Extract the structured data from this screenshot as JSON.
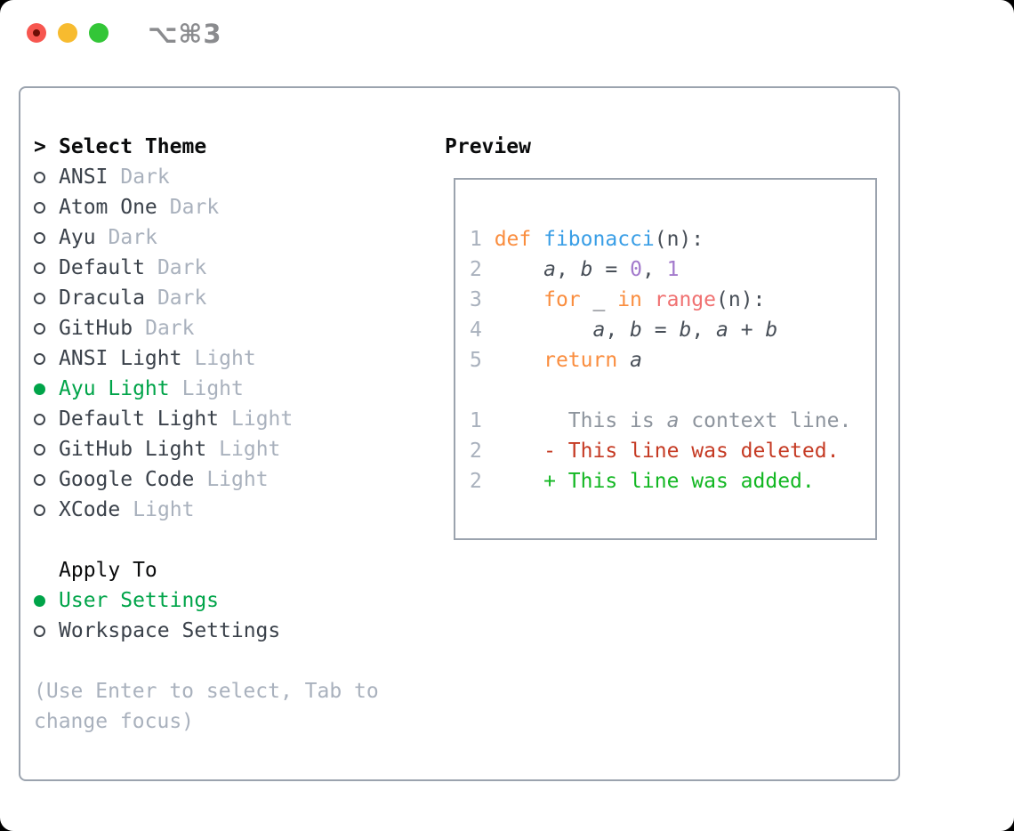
{
  "window": {
    "shortcut_label": "⌥⌘3"
  },
  "colors": {
    "accent_selected_green": "#00a449",
    "diff_added_green": "#12b722",
    "diff_deleted_red": "#c53a23",
    "keyword_orange": "#fa8d3e",
    "function_blue": "#399ee6",
    "constant_purple": "#a37acc",
    "builtin_coral": "#f07171",
    "muted_gray": "#a9b1bd",
    "panel_border_gray": "#9ba3ae",
    "traffic_red": "#f7564f",
    "traffic_yellow": "#f7bb2f",
    "traffic_green": "#33c637"
  },
  "theme_selector": {
    "pointer": ">",
    "title": "Select Theme",
    "items": [
      {
        "label": "ANSI",
        "variant": "Dark",
        "selected": false
      },
      {
        "label": "Atom One",
        "variant": "Dark",
        "selected": false
      },
      {
        "label": "Ayu",
        "variant": "Dark",
        "selected": false
      },
      {
        "label": "Default",
        "variant": "Dark",
        "selected": false
      },
      {
        "label": "Dracula",
        "variant": "Dark",
        "selected": false
      },
      {
        "label": "GitHub",
        "variant": "Dark",
        "selected": false
      },
      {
        "label": "ANSI Light",
        "variant": "Light",
        "selected": false
      },
      {
        "label": "Ayu Light",
        "variant": "Light",
        "selected": true
      },
      {
        "label": "Default Light",
        "variant": "Light",
        "selected": false
      },
      {
        "label": "GitHub Light",
        "variant": "Light",
        "selected": false
      },
      {
        "label": "Google Code",
        "variant": "Light",
        "selected": false
      },
      {
        "label": "XCode",
        "variant": "Light",
        "selected": false
      }
    ]
  },
  "apply_to": {
    "title": "Apply To",
    "options": [
      {
        "label": "User Settings",
        "selected": true
      },
      {
        "label": "Workspace Settings",
        "selected": false
      }
    ]
  },
  "help_text": [
    "(Use Enter to select, Tab to",
    "change focus)"
  ],
  "preview": {
    "title": "Preview",
    "lines": [
      {
        "name": "code-line-1",
        "tokens": [
          {
            "t": "1 ",
            "c": "num"
          },
          {
            "t": "def",
            "c": "kw"
          },
          {
            "t": " ",
            "c": "plain"
          },
          {
            "t": "fibonacci",
            "c": "fn"
          },
          {
            "t": "(n):",
            "c": "plain"
          }
        ]
      },
      {
        "name": "code-line-2",
        "tokens": [
          {
            "t": "2",
            "c": "num"
          },
          {
            "t": "     ",
            "c": "plain"
          },
          {
            "t": "a",
            "c": "var"
          },
          {
            "t": ", ",
            "c": "plain"
          },
          {
            "t": "b",
            "c": "var"
          },
          {
            "t": " = ",
            "c": "plain"
          },
          {
            "t": "0",
            "c": "const"
          },
          {
            "t": ", ",
            "c": "plain"
          },
          {
            "t": "1",
            "c": "const"
          }
        ]
      },
      {
        "name": "code-line-3",
        "tokens": [
          {
            "t": "3",
            "c": "num"
          },
          {
            "t": "     ",
            "c": "plain"
          },
          {
            "t": "for",
            "c": "kw"
          },
          {
            "t": " _ ",
            "c": "plain"
          },
          {
            "t": "in",
            "c": "kw"
          },
          {
            "t": " ",
            "c": "plain"
          },
          {
            "t": "range",
            "c": "special"
          },
          {
            "t": "(n):",
            "c": "plain"
          }
        ]
      },
      {
        "name": "code-line-4",
        "tokens": [
          {
            "t": "4",
            "c": "num"
          },
          {
            "t": "         ",
            "c": "plain"
          },
          {
            "t": "a",
            "c": "var"
          },
          {
            "t": ", ",
            "c": "plain"
          },
          {
            "t": "b",
            "c": "var"
          },
          {
            "t": " = ",
            "c": "plain"
          },
          {
            "t": "b",
            "c": "var"
          },
          {
            "t": ", ",
            "c": "plain"
          },
          {
            "t": "a",
            "c": "var"
          },
          {
            "t": " + ",
            "c": "plain"
          },
          {
            "t": "b",
            "c": "var"
          }
        ]
      },
      {
        "name": "code-line-5",
        "tokens": [
          {
            "t": "5",
            "c": "num"
          },
          {
            "t": "     ",
            "c": "plain"
          },
          {
            "t": "return",
            "c": "kw"
          },
          {
            "t": " ",
            "c": "plain"
          },
          {
            "t": "a",
            "c": "var"
          }
        ]
      },
      {
        "name": "blank-line",
        "tokens": []
      },
      {
        "name": "diff-context-line",
        "tokens": [
          {
            "t": "1",
            "c": "num"
          },
          {
            "t": "       ",
            "c": "ctx"
          },
          {
            "t": "This is ",
            "c": "ctx"
          },
          {
            "t": "a",
            "c": "ctxv"
          },
          {
            "t": " context line.",
            "c": "ctx"
          }
        ]
      },
      {
        "name": "diff-deleted-line",
        "tokens": [
          {
            "t": "2",
            "c": "num"
          },
          {
            "t": "     ",
            "c": "del"
          },
          {
            "t": "- This line was deleted.",
            "c": "del"
          }
        ]
      },
      {
        "name": "diff-added-line",
        "tokens": [
          {
            "t": "2",
            "c": "num"
          },
          {
            "t": "     ",
            "c": "add"
          },
          {
            "t": "+ This line was added.",
            "c": "add"
          }
        ]
      }
    ]
  }
}
